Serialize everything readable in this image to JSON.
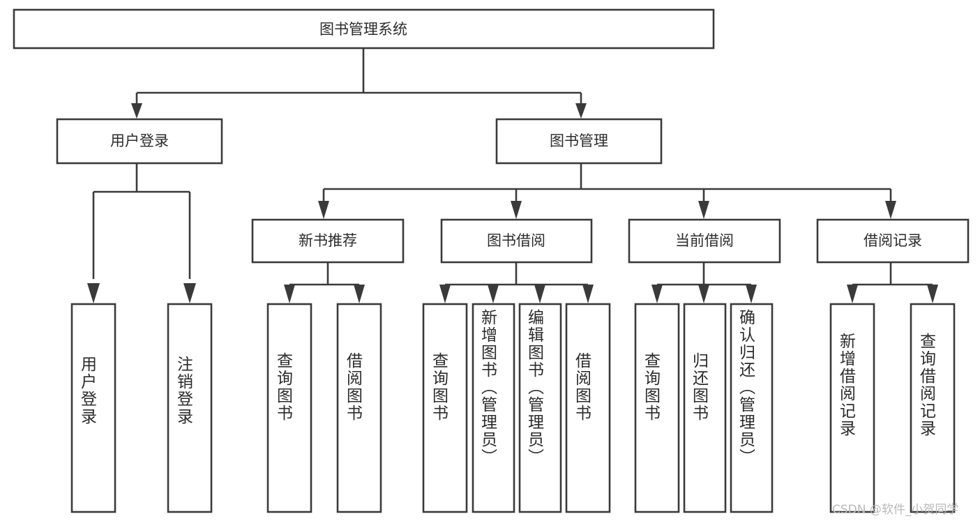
{
  "diagram": {
    "type": "hierarchy-tree",
    "title": "图书管理系统",
    "watermark": "CSDN @软件_小贺同学",
    "colors": {
      "box_stroke": "#3a3a3a",
      "box_fill": "#ffffff",
      "connector": "#3a3a3a",
      "text": "#2b2b2b",
      "watermark": "#b9b9b9",
      "background": "#ffffff"
    },
    "levels": {
      "root": {
        "label": "图书管理系统"
      },
      "level2": [
        {
          "id": "user-login",
          "label": "用户登录"
        },
        {
          "id": "book-management",
          "label": "图书管理"
        }
      ],
      "level3": [
        {
          "id": "new-book-recommend",
          "label": "新书推荐",
          "parent": "book-management"
        },
        {
          "id": "book-borrow",
          "label": "图书借阅",
          "parent": "book-management"
        },
        {
          "id": "current-borrow",
          "label": "当前借阅",
          "parent": "book-management"
        },
        {
          "id": "borrow-record",
          "label": "借阅记录",
          "parent": "book-management"
        }
      ],
      "leaves": {
        "user-login": [
          {
            "id": "leaf-user-login",
            "label": "用户登录"
          },
          {
            "id": "leaf-logout-login",
            "label": "注销登录"
          }
        ],
        "new-book-recommend": [
          {
            "id": "leaf-query-book-1",
            "label": "查询图书"
          },
          {
            "id": "leaf-borrow-book-1",
            "label": "借阅图书"
          }
        ],
        "book-borrow": [
          {
            "id": "leaf-query-book-2",
            "label": "查询图书"
          },
          {
            "id": "leaf-add-book-admin",
            "label": "新增图书（管理员）"
          },
          {
            "id": "leaf-edit-book-admin",
            "label": "编辑图书（管理员）"
          },
          {
            "id": "leaf-borrow-book-2",
            "label": "借阅图书"
          }
        ],
        "current-borrow": [
          {
            "id": "leaf-query-book-3",
            "label": "查询图书"
          },
          {
            "id": "leaf-return-book",
            "label": "归还图书"
          },
          {
            "id": "leaf-confirm-return-admin",
            "label": "确认归还（管理员）"
          }
        ],
        "borrow-record": [
          {
            "id": "leaf-add-borrow-record",
            "label": "新增借阅记录"
          },
          {
            "id": "leaf-query-borrow-record",
            "label": "查询借阅记录"
          }
        ]
      }
    }
  }
}
